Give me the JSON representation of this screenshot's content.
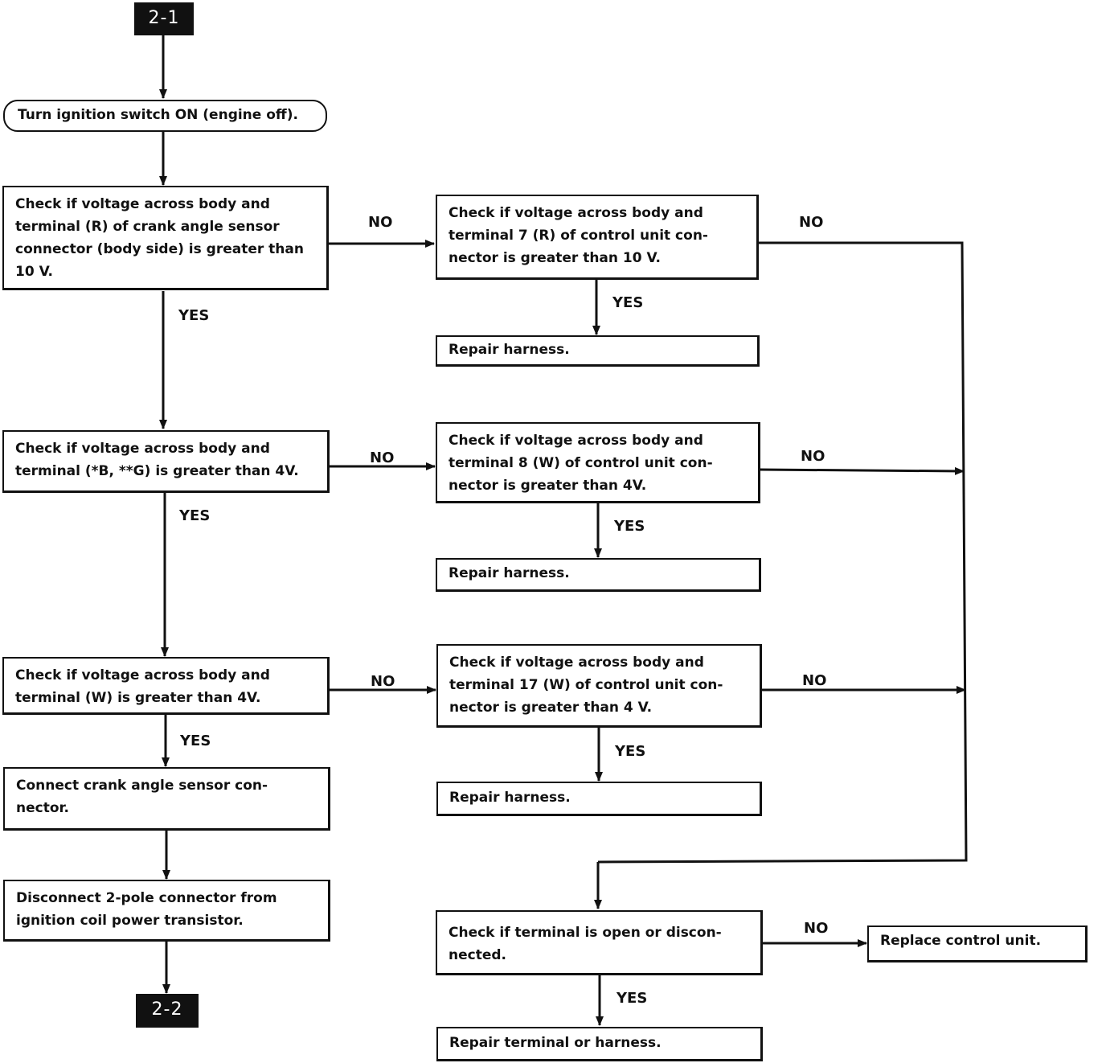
{
  "start_tag": "2-1",
  "end_tag": "2-2",
  "steps": {
    "ignition_on": "Turn ignition switch ON (engine off).",
    "check_crank_r": "Check if voltage across body and\nterminal (R) of crank angle sensor\nconnector (body side) is greater than\n10 V.",
    "check_bg": "Check if voltage across body and\nterminal (*B, **G) is greater than 4V.",
    "check_w": "Check if voltage across body and\nterminal (W) is greater than 4V.",
    "connect_crank": "Connect crank angle sensor con-\nnector.",
    "disconnect_2pole": "Disconnect 2-pole connector from\nignition coil power transistor.",
    "check_term7": "Check if voltage across body and\nterminal 7 (R) of control unit con-\nnector is greater than 10 V.",
    "repair1": "Repair harness.",
    "check_term8": "Check if voltage across body and\nterminal 8 (W) of control unit con-\nnector is greater than 4V.",
    "repair2": "Repair harness.",
    "check_term17": "Check if voltage across body and\nterminal 17 (W) of control unit con-\nnector is greater than 4 V.",
    "repair3": "Repair harness.",
    "check_open": "Check if terminal is open or discon-\nnected.",
    "replace_cu": "Replace control unit.",
    "repair_terminal": "Repair terminal or harness."
  },
  "labels": {
    "yes": "YES",
    "no": "NO"
  }
}
